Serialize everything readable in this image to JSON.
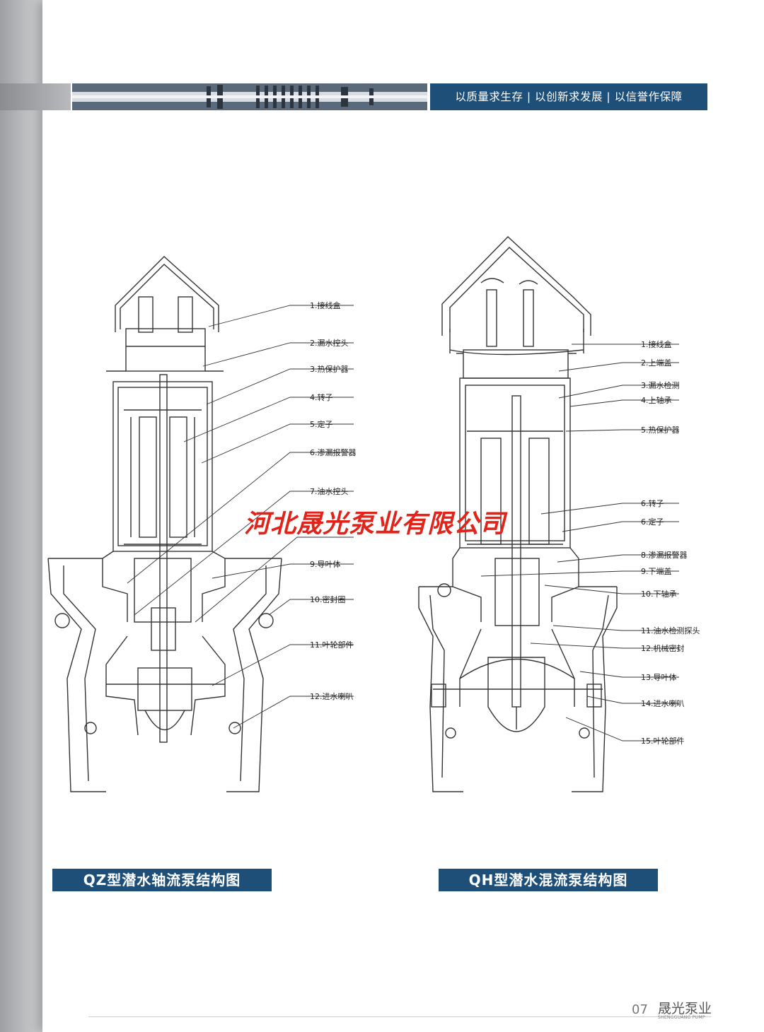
{
  "header": {
    "slogan": "以质量求生存 | 以创新求发展 | 以信誉作保障"
  },
  "watermark": "河北晟光泵业有限公司",
  "qz": {
    "title": "QZ型潜水轴流泵结构图",
    "labels": [
      "1.接线盒",
      "2.漏水控头",
      "3.热保护器",
      "4.转子",
      "5.定子",
      "6.渗漏报警器",
      "7.油水控头",
      "9.导叶体",
      "10.密封圈",
      "11.叶轮部件",
      "12.进水喇叭"
    ]
  },
  "qh": {
    "title": "QH型潜水混流泵结构图",
    "labels": [
      "1.接线盒",
      "2.上端盖",
      "3.漏水检测",
      "4.上轴承",
      "5.热保护器",
      "6.转子",
      "6.定子",
      "8.渗漏报警器",
      "9.下端盖",
      "10.下轴承",
      "11.油水检测探头",
      "12.机械密封",
      "13.导叶体",
      "14.进水喇叭",
      "15.叶轮部件"
    ]
  },
  "footer": {
    "page": "07",
    "brand": "晟光泵业",
    "brand_pinyin": "SHENGGUANG PUMP"
  }
}
